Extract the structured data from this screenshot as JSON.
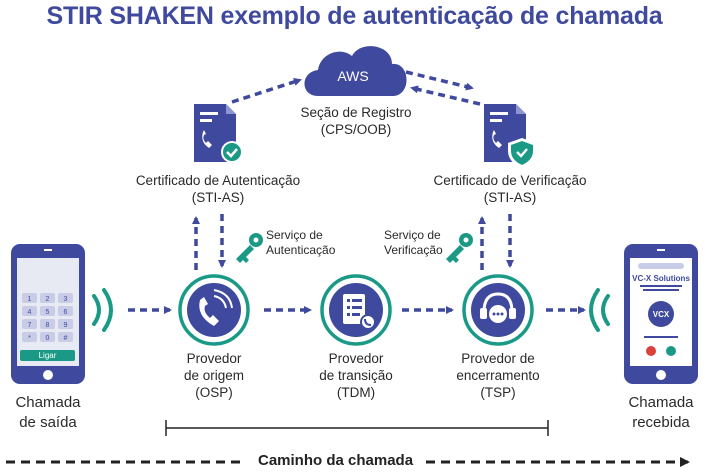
{
  "title": "STIR SHAKEN exemplo de autenticação de chamada",
  "cloud": {
    "label": "AWS",
    "caption_line1": "Seção de Registro",
    "caption_line2": "(CPS/OOB)"
  },
  "auth_cert": {
    "line1": "Certificado de Autenticação",
    "line2": "(STI-AS)"
  },
  "verif_cert": {
    "line1": "Certificado de Verificação",
    "line2": "(STI-AS)"
  },
  "auth_service": {
    "line1": "Serviço de",
    "line2": "Autenticação"
  },
  "verif_service": {
    "line1": "Serviço de",
    "line2": "Verificação"
  },
  "osp": {
    "line1": "Provedor",
    "line2": "de origem",
    "line3": "(OSP)"
  },
  "tdm": {
    "line1": "Provedor",
    "line2": "de transição",
    "line3": "(TDM)"
  },
  "tsp": {
    "line1": "Provedor de",
    "line2": "encerramento",
    "line3": "(TSP)"
  },
  "outgoing": {
    "line1": "Chamada",
    "line2": "de saída"
  },
  "received": {
    "line1": "Chamada",
    "line2": "recebida"
  },
  "dialer": {
    "keys": [
      "1",
      "2",
      "3",
      "4",
      "5",
      "6",
      "7",
      "8",
      "9",
      "*",
      "0",
      "#"
    ],
    "call_button": "Ligar"
  },
  "receiver_phone": {
    "company": "VC-X Solutions",
    "logo": "VCX"
  },
  "call_path": "Caminho da chamada",
  "colors": {
    "navy": "#3f4a9e",
    "teal": "#1a9a86",
    "dash": "#3f4a9e",
    "text": "#2a2a2a"
  }
}
